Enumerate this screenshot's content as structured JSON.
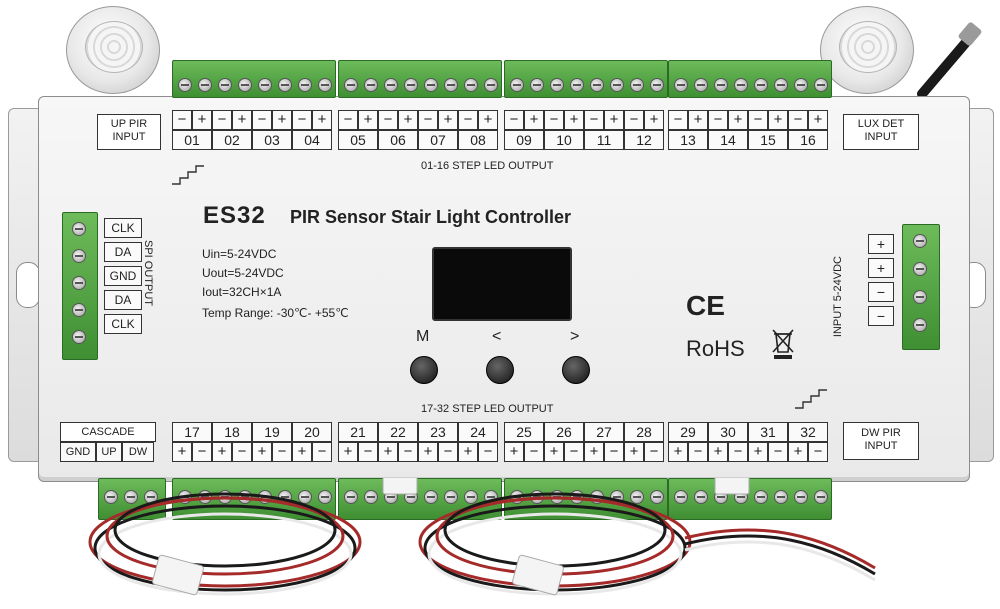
{
  "model": "ES32",
  "product_name": "PIR Sensor Stair Light Controller",
  "specs": [
    "Uin=5-24VDC",
    "Uout=5-24VDC",
    "Iout=32CH×1A",
    "Temp Range: -30℃- +55℃"
  ],
  "up_pir_label": "UP PIR INPUT",
  "lux_det_label": "LUX DET INPUT",
  "dw_pir_label": "DW PIR INPUT",
  "top_output_label": "01-16 STEP LED OUTPUT",
  "bottom_output_label": "17-32 STEP LED OUTPUT",
  "top_channels": [
    "01",
    "02",
    "03",
    "04",
    "05",
    "06",
    "07",
    "08",
    "09",
    "10",
    "11",
    "12",
    "13",
    "14",
    "15",
    "16"
  ],
  "bottom_channels": [
    "17",
    "18",
    "19",
    "20",
    "21",
    "22",
    "23",
    "24",
    "25",
    "26",
    "27",
    "28",
    "29",
    "30",
    "31",
    "32"
  ],
  "polarity_top": [
    "−",
    "+"
  ],
  "polarity_bottom": [
    "+",
    "−"
  ],
  "spi_label": "SPI OUTPUT",
  "spi_pins": [
    "CLK",
    "DA",
    "GND",
    "DA",
    "CLK"
  ],
  "input_label": "INPUT 5-24VDC",
  "input_pins": [
    "+",
    "+",
    "−",
    "−"
  ],
  "cascade_label": "CASCADE",
  "cascade_pins": [
    "GND",
    "UP",
    "DW"
  ],
  "buttons": [
    "M",
    "<",
    ">"
  ],
  "ce_mark": "CE",
  "rohs_mark": "RoHS",
  "colors": {
    "terminal_green": "#4fa43f",
    "body": "#efefef",
    "display": "#0a0a0a",
    "cable_red": "#a52a2a",
    "cable_black": "#1a1a1a",
    "cable_white": "#f0f0f0"
  }
}
